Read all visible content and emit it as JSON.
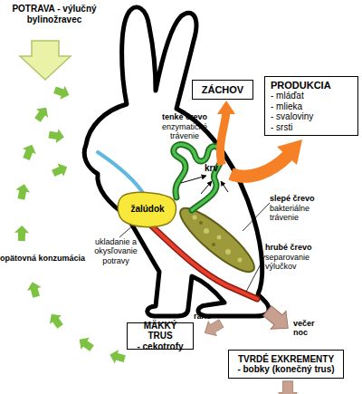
{
  "diagram": {
    "nodes": [
      {
        "text": [
          "ZÁCHOV"
        ]
      },
      {
        "text": [
          "PRODUKCIA",
          "- mláďat",
          "- mlieka",
          "- svaloviny",
          "- srsti"
        ]
      },
      {
        "text": [
          "žalúdok"
        ]
      },
      {
        "text": [
          "MÄKKÝ TRUS",
          "- cekotrofy"
        ]
      },
      {
        "text": [
          "TVRDÉ EXKREMENTY",
          "- bobky (konečný trus)"
        ]
      }
    ],
    "labels": [
      "POTRAVA - výlučný bylinožravec",
      "tenké črevo",
      "enzymatické trávenie",
      "krv",
      "slepé črevo",
      "bakteriálne trávenie",
      "ukladanie a okysľovanie potravy",
      "hrubé črevo",
      "separovanie výlučkov",
      "opätovná konzumácia",
      "ráno",
      "večer noc"
    ]
  }
}
